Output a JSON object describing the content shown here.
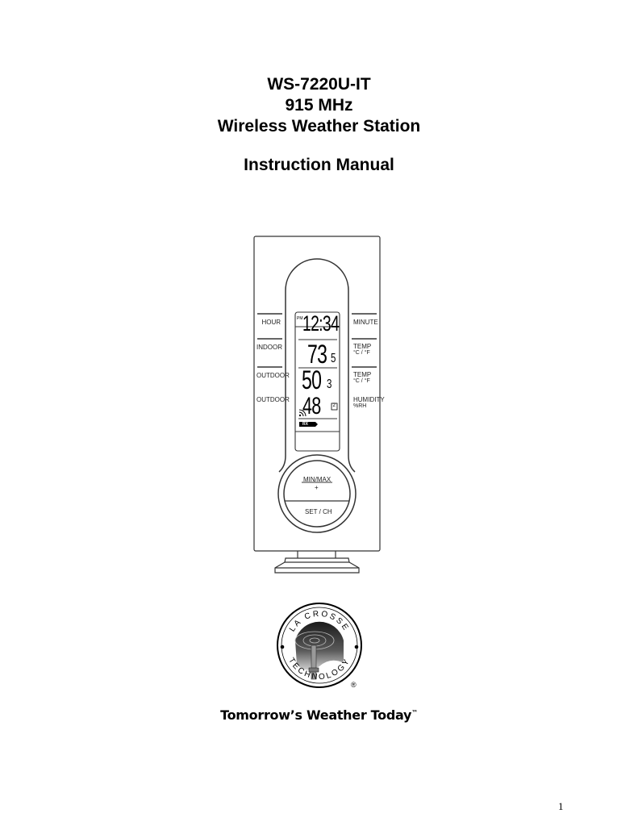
{
  "header": {
    "model": "WS-7220U-IT",
    "frequency": "915 MHz",
    "product_name": "Wireless Weather Station",
    "doc_title": "Instruction Manual"
  },
  "device_figure": {
    "left_labels": [
      "HOUR",
      "INDOOR",
      "OUTDOOR",
      "OUTDOOR"
    ],
    "right_labels": [
      {
        "line1": "MINUTE",
        "line2": ""
      },
      {
        "line1": "TEMP",
        "line2": "°C / °F"
      },
      {
        "line1": "TEMP",
        "line2": "°C / °F"
      },
      {
        "line1": "HUMIDITY",
        "line2": "%RH"
      }
    ],
    "display": {
      "am_pm": "PM",
      "time": "12:34",
      "indoor_temp_main": "73",
      "indoor_temp_decimal": "5",
      "outdoor_temp_main": "50",
      "outdoor_temp_decimal": "3",
      "outdoor_humidity": "48",
      "channel": "2",
      "rx_label": "RX"
    },
    "buttons": {
      "minmax_label": "MIN/MAX",
      "plus_label": "+",
      "set_ch_label": "SET / CH"
    }
  },
  "logo": {
    "top_text": "LA CROSSE",
    "bottom_text": "TECHNOLOGY",
    "registered": "®"
  },
  "tagline": {
    "text": "Tomorrow’s Weather Today",
    "trademark": "™"
  },
  "footer": {
    "page_number": "1"
  }
}
